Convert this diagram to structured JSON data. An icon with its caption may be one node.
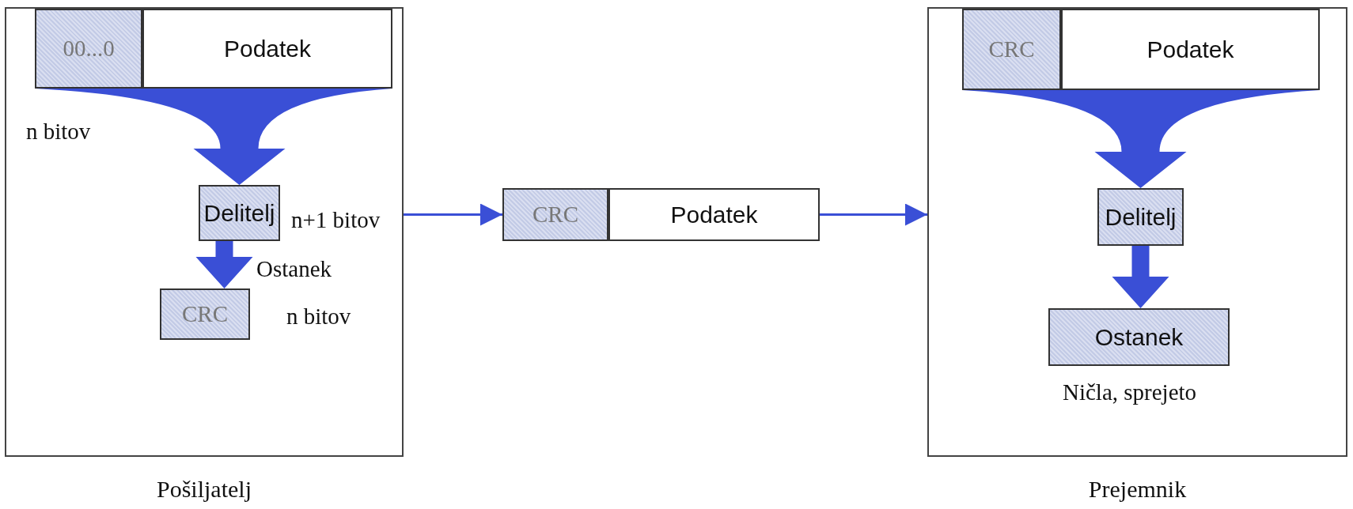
{
  "diagram": {
    "nodes": [
      {
        "text": [
          "Pošiljatelj"
        ]
      },
      {
        "text": [
          "00...0"
        ],
        "in": 0
      },
      {
        "text": [
          "Podatek"
        ],
        "in": 0
      },
      {
        "text": [
          "Delitelj"
        ],
        "in": 0,
        "beside": [
          "n+1 bitov"
        ]
      },
      {
        "text": [
          "CRC"
        ],
        "in": 0,
        "beside": [
          "n bitov"
        ]
      },
      {
        "text": [
          "CRC"
        ]
      },
      {
        "text": [
          "Podatek"
        ]
      },
      {
        "text": [
          "Prejemnik"
        ]
      },
      {
        "text": [
          "CRC"
        ],
        "in": 7
      },
      {
        "text": [
          "Podatek"
        ],
        "in": 7
      },
      {
        "text": [
          "Delitelj"
        ],
        "in": 7
      },
      {
        "text": [
          "Ostanek"
        ],
        "in": 7,
        "beside": [
          "Ničla, sprejeto"
        ]
      }
    ],
    "edges": [
      {
        "from": 1,
        "to": 3,
        "arrow": "to",
        "style": "thick"
      },
      {
        "from": 2,
        "to": 3,
        "arrow": "to",
        "style": "thick"
      },
      {
        "from": 3,
        "to": 4,
        "arrow": "to",
        "style": "thick",
        "label": "Ostanek"
      },
      {
        "from": 0,
        "to": 5,
        "arrow": "to"
      },
      {
        "from": 6,
        "to": 7,
        "arrow": "to"
      },
      {
        "from": 8,
        "to": 10,
        "arrow": "to",
        "style": "thick"
      },
      {
        "from": 9,
        "to": 10,
        "arrow": "to",
        "style": "thick"
      },
      {
        "from": 10,
        "to": 11,
        "arrow": "to",
        "style": "thick"
      }
    ],
    "labels": [
      "n bitov"
    ]
  }
}
